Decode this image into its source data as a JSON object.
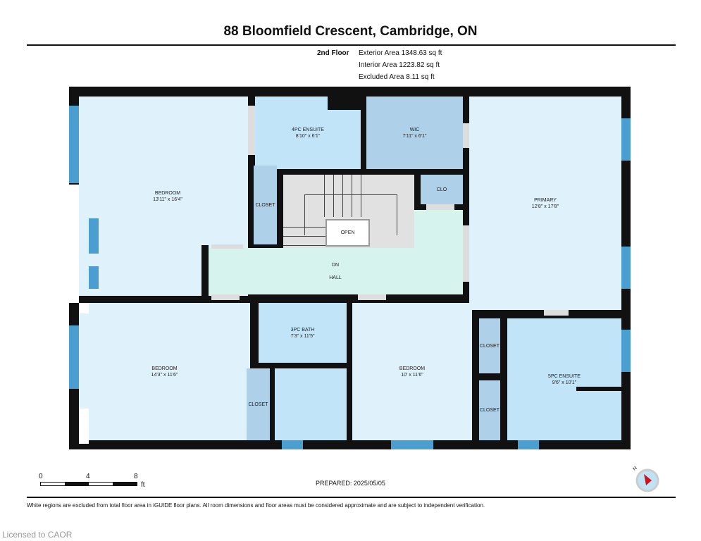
{
  "title": "88 Bloomfield Crescent, Cambridge, ON",
  "floor": {
    "name": "2nd Floor",
    "exterior": "Exterior Area 1348.63 sq ft",
    "interior": "Interior Area 1223.82 sq ft",
    "excluded": "Excluded Area 8.11 sq ft"
  },
  "rooms": {
    "bedroom1": {
      "name": "BEDROOM",
      "dims": "13'11\" x 16'4\""
    },
    "ensuite4": {
      "name": "4PC ENSUITE",
      "dims": "8'10\" x 6'1\""
    },
    "wic": {
      "name": "WIC",
      "dims": "7'11\" x 6'1\""
    },
    "primary": {
      "name": "PRIMARY",
      "dims": "12'8\" x 17'8\""
    },
    "closet1": {
      "name": "CLOSET"
    },
    "clo": {
      "name": "CLO"
    },
    "open": {
      "name": "OPEN"
    },
    "dn": {
      "name": "DN"
    },
    "hall": {
      "name": "HALL"
    },
    "bedroom2": {
      "name": "BEDROOM",
      "dims": "14'3\" x 11'6\""
    },
    "bath3": {
      "name": "3PC BATH",
      "dims": "7'3\" x 11'5\""
    },
    "closet2": {
      "name": "CLOSET"
    },
    "bedroom3": {
      "name": "BEDROOM",
      "dims": "10' x 11'6\""
    },
    "closet3": {
      "name": "CLOSET"
    },
    "closet4": {
      "name": "CLOSET"
    },
    "ensuite5": {
      "name": "5PC ENSUITE",
      "dims": "9'6\" x 10'1\""
    }
  },
  "scale": {
    "labels": [
      "0",
      "4",
      "8"
    ],
    "unit": "ft"
  },
  "prepared": "PREPARED: 2025/05/05",
  "compass": "N",
  "disclaimer": "White regions are excluded from total floor area in iGUIDE floor plans. All room dimensions and floor areas must be considered approximate and are subject to independent verification.",
  "license": "Licensed to CAOR"
}
